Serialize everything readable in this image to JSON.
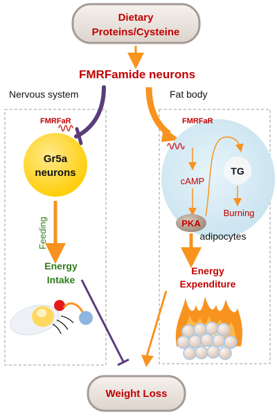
{
  "top_box": {
    "line1": "Dietary",
    "line2": "Proteins/Cysteine"
  },
  "fmrf_neurons": "FMRFamide neurons",
  "left_panel": {
    "title": "Nervous system",
    "receptor_label": "FMRFaR",
    "cell_line1": "Gr5a",
    "cell_line2": "neurons",
    "feeding_label": "Feeding",
    "outcome_line1": "Energy",
    "outcome_line2": "Intake"
  },
  "right_panel": {
    "title": "Fat body",
    "receptor_label": "FMRFaR",
    "camp": "cAMP",
    "pka": "PKA",
    "tg": "TG",
    "burning": "Burning",
    "adipocytes": "adipocytes",
    "outcome_line1": "Energy",
    "outcome_line2": "Expenditure"
  },
  "bottom_box": "Weight Loss",
  "icons": [
    "fly-icon",
    "fire-icon",
    "fat-droplets-icon",
    "receptor-coil-icon"
  ],
  "colors": {
    "dark_red": "#c00000",
    "green": "#2e7d1a",
    "orange": "#f7931e",
    "purple": "#5a3d7a",
    "capsule_fill": "#e8e1dc",
    "capsule_stroke": "#a69a94",
    "neuron_yellow": "#ffd200",
    "fat_cell_blue": "#d6ecf5",
    "pka_gray": "#b8a596"
  }
}
